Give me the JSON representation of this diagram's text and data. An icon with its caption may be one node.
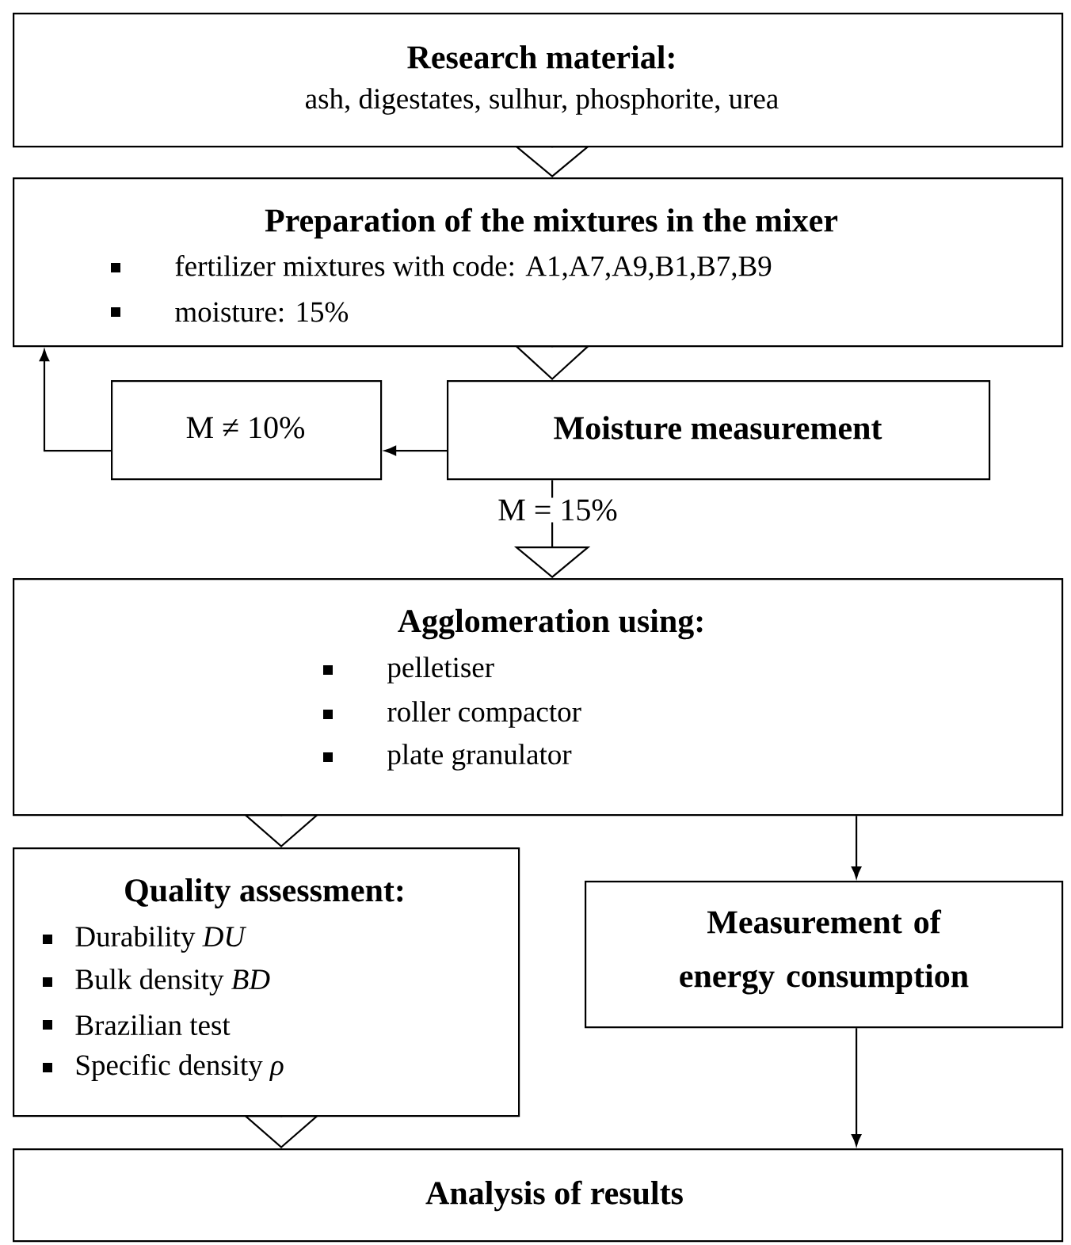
{
  "diagram": {
    "nodes": [
      {
        "text": [
          "Research material:",
          "ash, digestates, sulhur, phosphorite, urea"
        ]
      },
      {
        "text": [
          "Preparation of the mixtures in the mixer",
          "fertilizer mixtures with code: A1,A7,A9,B1,B7,B9",
          "moisture: 15%"
        ]
      },
      {
        "text": [
          "M ≠ 10%"
        ]
      },
      {
        "text": [
          "Moisture measurement"
        ]
      },
      {
        "text": [
          "Agglomeration using:",
          "pelletiser",
          "roller compactor",
          "plate granulator"
        ]
      },
      {
        "text": [
          "Quality assessment:",
          "Durability *DU*",
          "Bulk density *BD*",
          "Brazilian test",
          "Specific density *ρ*"
        ]
      },
      {
        "text": [
          "Measurement of energy consumption"
        ]
      },
      {
        "text": [
          "Analysis of results"
        ]
      }
    ],
    "edges": [
      {
        "from": 0,
        "to": 1,
        "arrow": "to"
      },
      {
        "from": 1,
        "to": 3,
        "arrow": "to"
      },
      {
        "from": 3,
        "to": 2,
        "arrow": "to"
      },
      {
        "from": 2,
        "to": 1,
        "arrow": "to"
      },
      {
        "from": 3,
        "to": 4,
        "arrow": "to",
        "label": "M = 15%"
      },
      {
        "from": 4,
        "to": 5,
        "arrow": "to"
      },
      {
        "from": 4,
        "to": 6,
        "arrow": "to"
      },
      {
        "from": 5,
        "to": 7,
        "arrow": "to"
      },
      {
        "from": 6,
        "to": 7,
        "arrow": "to"
      }
    ]
  }
}
